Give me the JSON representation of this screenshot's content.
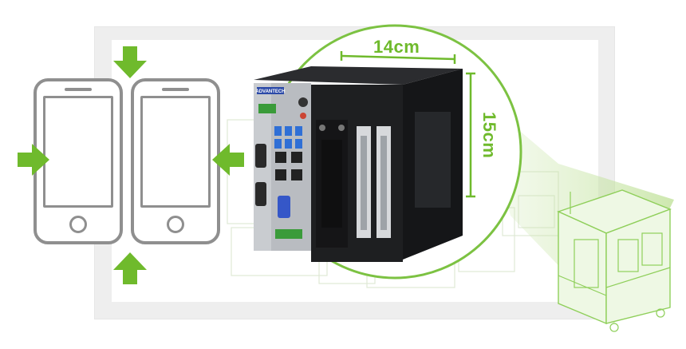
{
  "dimensions": {
    "width_label": "14cm",
    "height_label": "15cm"
  },
  "colors": {
    "accent_green": "#6fba2c",
    "light_green": "#c9e6a8",
    "phone_gray": "#8f8f8f",
    "device_black": "#1e1f21",
    "panel_silver": "#c9ccd0"
  },
  "device": {
    "brand": "ADVANTECH"
  },
  "icons": {
    "compress_arrows": "arrow-icon",
    "phone_outline": "phone-icon"
  }
}
